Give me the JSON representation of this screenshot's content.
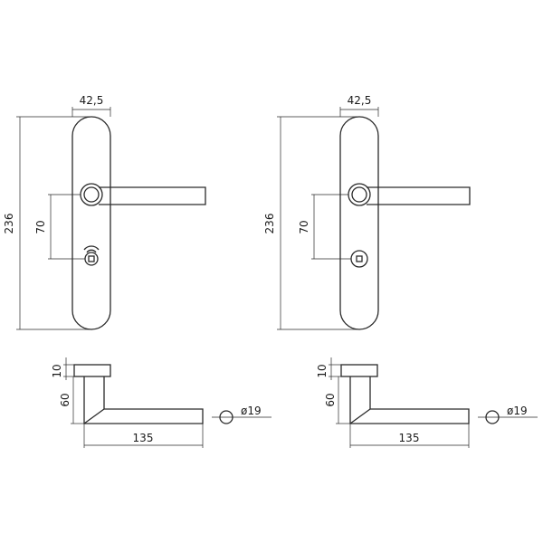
{
  "diagram": {
    "left_front": {
      "width_label": "42,5",
      "height_label": "236",
      "spacing_label": "70"
    },
    "right_front": {
      "width_label": "42,5",
      "height_label": "236",
      "spacing_label": "70"
    },
    "left_side": {
      "rose_label": "10",
      "depth_label": "60",
      "length_label": "135",
      "diameter_label": "ø19"
    },
    "right_side": {
      "rose_label": "10",
      "depth_label": "60",
      "length_label": "135",
      "diameter_label": "ø19"
    }
  }
}
